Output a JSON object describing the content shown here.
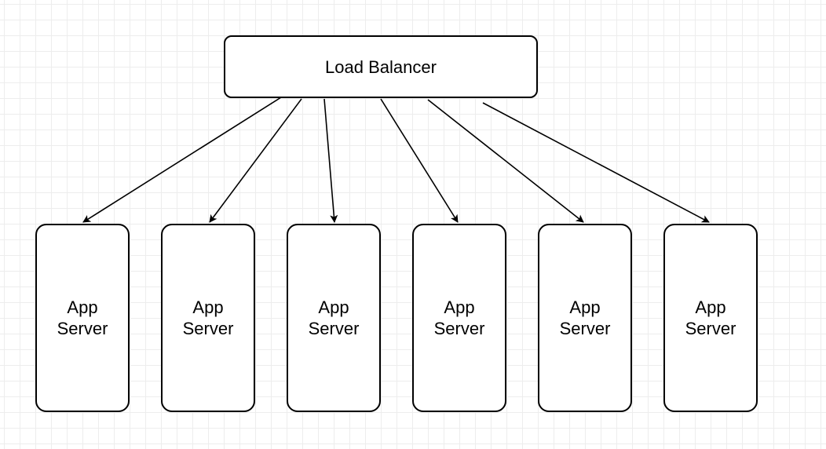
{
  "diagram": {
    "load_balancer": {
      "label": "Load Balancer"
    },
    "app_servers": [
      {
        "line1": "App",
        "line2": "Server"
      },
      {
        "line1": "App",
        "line2": "Server"
      },
      {
        "line1": "App",
        "line2": "Server"
      },
      {
        "line1": "App",
        "line2": "Server"
      },
      {
        "line1": "App",
        "line2": "Server"
      },
      {
        "line1": "App",
        "line2": "Server"
      }
    ],
    "edges": [
      {
        "from": "load_balancer",
        "to": "app_server_1"
      },
      {
        "from": "load_balancer",
        "to": "app_server_2"
      },
      {
        "from": "load_balancer",
        "to": "app_server_3"
      },
      {
        "from": "load_balancer",
        "to": "app_server_4"
      },
      {
        "from": "load_balancer",
        "to": "app_server_5"
      },
      {
        "from": "load_balancer",
        "to": "app_server_6"
      }
    ],
    "colors": {
      "stroke": "#000000",
      "fill": "#ffffff",
      "grid": "#ededed"
    }
  }
}
